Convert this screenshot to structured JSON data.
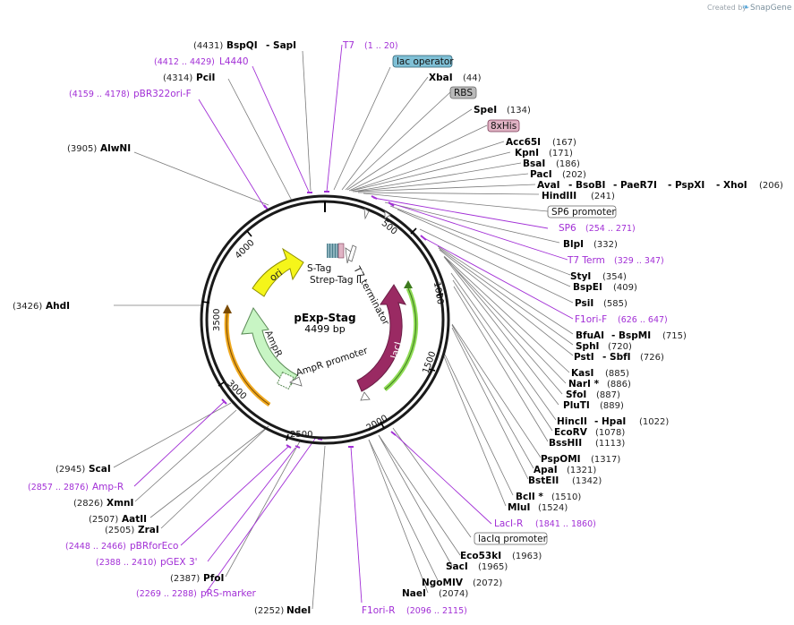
{
  "credit": {
    "text": "Created by",
    "brand": "SnapGene"
  },
  "plasmid": {
    "name": "pExp-Stag",
    "size_label": "4499 bp"
  },
  "ruler_ticks": [
    "500",
    "1000",
    "1500",
    "2000",
    "2500",
    "3000",
    "3500",
    "4000"
  ],
  "inner_features": {
    "s_tag": "S-Tag",
    "strep_tag": "Strep-Tag II",
    "t7_terminator": "T7 terminator",
    "laci": "lacI",
    "ori": "ori",
    "ampr": "AmpR",
    "ampr_promoter": "AmpR promoter"
  },
  "labels": {
    "l01": {
      "pos": "(4431)",
      "name": "BspQI",
      "extra": "- SapI"
    },
    "l02": {
      "name": "T7",
      "range": "(1 .. 20)"
    },
    "l03": {
      "range": "(4412 .. 4429)",
      "name": "L4440"
    },
    "l04": {
      "name": "lac operator"
    },
    "l05": {
      "pos": "(4314)",
      "name": "PciI"
    },
    "l06": {
      "name": "XbaI",
      "pos": "(44)"
    },
    "l07": {
      "range": "(4159 .. 4178)",
      "name": "pBR322ori-F"
    },
    "l08": {
      "name": "RBS"
    },
    "l09": {
      "name": "SpeI",
      "pos": "(134)"
    },
    "l10": {
      "name": "8xHis"
    },
    "l11": {
      "pos": "(3905)",
      "name": "AlwNI"
    },
    "l12": {
      "name": "Acc65I",
      "pos": "(167)"
    },
    "l13": {
      "name": "KpnI",
      "pos": "(171)"
    },
    "l14": {
      "name": "BsaI",
      "pos": "(186)"
    },
    "l15": {
      "name": "PacI",
      "pos": "(202)"
    },
    "l16": {
      "name": "AvaI",
      "n2": "- BsoBI",
      "n3": "- PaeR7I",
      "n4": "- PspXI",
      "n5": "- XhoI",
      "pos": "(206)"
    },
    "l17": {
      "name": "HindIII",
      "pos": "(241)"
    },
    "l18": {
      "name": "SP6 promoter"
    },
    "l19": {
      "name": "SP6",
      "range": "(254 .. 271)"
    },
    "l20": {
      "name": "BlpI",
      "pos": "(332)"
    },
    "l21": {
      "name": "T7 Term",
      "range": "(329 .. 347)"
    },
    "l22": {
      "name": "StyI",
      "pos": "(354)"
    },
    "l23": {
      "name": "BspEI",
      "pos": "(409)"
    },
    "l24": {
      "pos": "(3426)",
      "name": "AhdI"
    },
    "l25": {
      "name": "PsiI",
      "pos": "(585)"
    },
    "l26": {
      "name": "F1ori-F",
      "range": "(626 .. 647)"
    },
    "l27": {
      "name": "BfuAI",
      "extra": "- BspMI",
      "pos": "(715)"
    },
    "l28": {
      "name": "SphI",
      "pos": "(720)"
    },
    "l29": {
      "name": "PstI",
      "extra": "- SbfI",
      "pos": "(726)"
    },
    "l30": {
      "name": "KasI",
      "pos": "(885)"
    },
    "l31": {
      "name": "NarI *",
      "pos": "(886)"
    },
    "l32": {
      "name": "SfoI",
      "pos": "(887)"
    },
    "l33": {
      "name": "PluTI",
      "pos": "(889)"
    },
    "l34": {
      "name": "HincII",
      "extra": "- HpaI",
      "pos": "(1022)"
    },
    "l35": {
      "name": "EcoRV",
      "pos": "(1078)"
    },
    "l36": {
      "name": "BssHII",
      "pos": "(1113)"
    },
    "l37": {
      "name": "PspOMI",
      "pos": "(1317)"
    },
    "l38": {
      "name": "ApaI",
      "pos": "(1321)"
    },
    "l39": {
      "name": "BstEII",
      "pos": "(1342)"
    },
    "l40": {
      "pos": "(2945)",
      "name": "ScaI"
    },
    "l41": {
      "range": "(2857 .. 2876)",
      "name": "Amp-R"
    },
    "l42": {
      "name": "BclI *",
      "pos": "(1510)"
    },
    "l43": {
      "name": "MluI",
      "pos": "(1524)"
    },
    "l44": {
      "pos": "(2826)",
      "name": "XmnI"
    },
    "l45": {
      "pos": "(2507)",
      "name": "AatII"
    },
    "l46": {
      "name": "LacI-R",
      "range": "(1841 .. 1860)"
    },
    "l47": {
      "pos": "(2505)",
      "name": "ZraI"
    },
    "l48": {
      "name": "lacIq promoter"
    },
    "l49": {
      "range": "(2448 .. 2466)",
      "name": "pBRforEco"
    },
    "l50": {
      "name": "Eco53kI",
      "pos": "(1963)"
    },
    "l51": {
      "range": "(2388 .. 2410)",
      "name": "pGEX 3'"
    },
    "l52": {
      "name": "SacI",
      "pos": "(1965)"
    },
    "l53": {
      "pos": "(2387)",
      "name": "PfoI"
    },
    "l54": {
      "name": "NgoMIV",
      "pos": "(2072)"
    },
    "l55": {
      "range": "(2269 .. 2288)",
      "name": "pRS-marker"
    },
    "l56": {
      "name": "NaeI",
      "pos": "(2074)"
    },
    "l57": {
      "pos": "(2252)",
      "name": "NdeI"
    },
    "l58": {
      "name": "F1ori-R",
      "range": "(2096 .. 2115)"
    }
  },
  "colors": {
    "primer": "#a22fd6",
    "enzyme_line": "#7a7a7a",
    "backbone": "#1a1a1a",
    "lac_operator": "#7fc0d6",
    "rbs": "#b9b9b9",
    "his_tag": "#e0b3c4",
    "laci": "#9a2a63",
    "ori": "#f5f51a",
    "ampr": "#c8f5c4",
    "orange_primer_band": "#f0a91f",
    "green_primer_band": "#8fdc55"
  }
}
